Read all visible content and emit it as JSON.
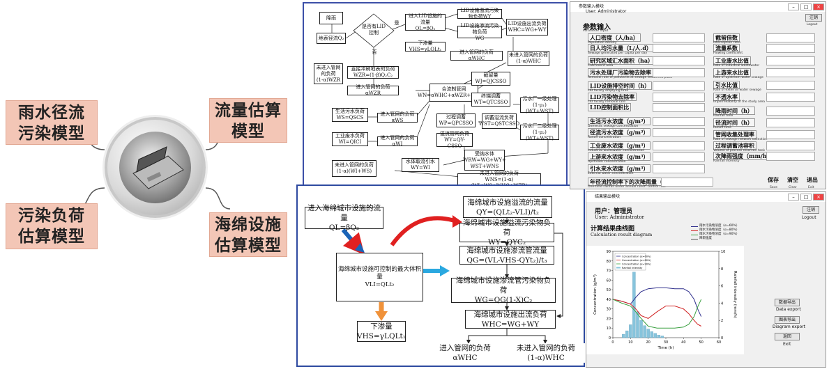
{
  "mindmap": {
    "top_left": "雨水径流\n污染模型",
    "top_right": "流量估算\n模型",
    "bottom_left": "污染负荷\n估算模型",
    "bottom_right": "海绵设施\n估算模型"
  },
  "flow_small": {
    "start": "降雨",
    "runoff": "地表径流Q₂",
    "decision": "是否有LID\n控制",
    "yes": "是",
    "no": "否",
    "into_lid": "进入LID设施的流量\nQL=βQ₂",
    "lid_overflow": "LID设施溢流污染物负荷WY",
    "lid_seep": "LID设施渗流污染物负荷\nWG",
    "lid_out": "LID设施出流负荷\nWHC=WG+WY",
    "down_seep": "下渗量VHS=γLQLt₁",
    "pipe_load": "进入管网的负荷αWHC",
    "no_pipe_hc": "未进入管网的负荷(1-α)WHC",
    "no_pipe_zr": "未进入管网的负荷\n(1-α)WZR",
    "direct": "直接冲刷地表的负荷\nWZR=(1-β)Q₂C₂",
    "pipe_zr": "进入管网的负荷αWZR",
    "combined": "合流制管网\nWN=αWHC+αWZR+WS+WI",
    "intercept": "截留量\nWJ=QJCSSO",
    "end_reg": "终端调蓄\nWT=QTCSSO",
    "plant1": "污水厂一级处理\n(1-μ₁)(WT+WST)",
    "proc_reg": "过程调蓄\nWP=QPCSSO",
    "reg_over": "调蓄溢流负荷\nWST=QSTCSSO",
    "plant2": "污水厂二级处理\n(1-μ₂)(WT+WST)",
    "domestic": "生活污水负荷\nWS=QSCS",
    "pipe_s": "进入管网的负荷αWS",
    "industrial": "工业废水负荷\nWI=QICI",
    "pipe_i": "进入管网的负荷αWI",
    "no_pipe_si": "未进入管网的负荷\n(1-α)(WI+WS)",
    "pipe_over": "溢流管网负荷\nWY=QY-CSSO",
    "water_intake": "水体取流引水\nWY=WI",
    "receiving": "受纳水体\nWRW=WG+WY+\nWST+WNS",
    "no_pipe_final": "未进入管网的负荷\nWNS=(1-α)(WI+WS+WHC+WZR)"
  },
  "flow_big": {
    "inflow": "进入海绵城市设施的流量",
    "inflow_eq": "QL=βQ₂",
    "overflow": "海绵城市设施溢流的流量",
    "overflow_eq": "QY=(QLt₂-VLI)/t₂",
    "overflow_load": "海绵城市设施溢流污染物负荷",
    "overflow_load_eq": "WY=QYC₂",
    "seep_flow": "海绵城市设施渗流管流量",
    "seep_flow_eq": "QG=(VL-VHS-QYt₂)/t₃",
    "center": "海绵城市设施可控制的最大体积量",
    "center_eq": "VLI=QLt₂",
    "seep_load": "海绵城市设施渗流管污染物负荷",
    "seep_load_eq": "WG=QG(1-X)C₂",
    "infiltration": "下渗量",
    "infiltration_eq": "VHS=γLQLt₁",
    "outflow_load": "海绵城市设施出流负荷",
    "outflow_load_eq": "WHC=WG+WY",
    "pipe": "进入管网的负荷",
    "pipe_eq": "αWHC",
    "no_pipe": "未进入管网的负荷",
    "no_pipe_eq": "(1-α)WHC"
  },
  "input_window": {
    "title": "参数输入模块",
    "user": "User: Administrator",
    "logout_btn": "注销",
    "logout": "Logout",
    "heading": "参数输入",
    "heading_en": "Parameter input",
    "left_fields": [
      {
        "cn": "人口密度（人/ha）",
        "en": "Population density"
      },
      {
        "cn": "日人均污水量（L/人.d）",
        "en": "Sewage generated per capita per day"
      },
      {
        "cn": "研究区域汇水面积（ha）",
        "en": "Catchment area"
      },
      {
        "cn": "污水处理厂污染物去除率",
        "en": "Removal rate of pollutants at sewage treatment plant"
      },
      {
        "cn": "LID设施排空时间（h）",
        "en": "LID facility emptying time"
      },
      {
        "cn": "LID污染物去除率",
        "en": "LID facility removal rate"
      },
      {
        "cn": "LID控制面积比",
        "en": ""
      },
      {
        "cn": "生活污水浓度（g/m³）",
        "en": "Domestic sewage concentration"
      },
      {
        "cn": "径流污水浓度（g/m³）",
        "en": "Runoff concentration"
      },
      {
        "cn": "工业废水浓度（g/m³）",
        "en": "Industrial wastewater concentration"
      },
      {
        "cn": "上游来水浓度（g/m³）",
        "en": "Upstream concentration"
      },
      {
        "cn": "引水来水浓度（g/m³）",
        "en": "External water concentration"
      },
      {
        "cn": "年径流控制率下的次降雨量（mm）",
        "en": "One-time rainfall under annual runoff control rate"
      }
    ],
    "right_fields": [
      {
        "cn": "截留倍数",
        "en": "Interception ratio"
      },
      {
        "cn": "流量系数",
        "en": "Flowing coefficient"
      },
      {
        "cn": "工业废水比值",
        "en": "Rate of industrial wastewater"
      },
      {
        "cn": "上游来水比值",
        "en": "Rate of upstream water sewage"
      },
      {
        "cn": "引水比值",
        "en": "Rate of external water sewage"
      },
      {
        "cn": "不透水率",
        "en": "Impermeability of the study area"
      },
      {
        "cn": "降雨时间（h）",
        "en": "Rainfall time"
      },
      {
        "cn": "径流时间（h）",
        "en": "Runoff time"
      },
      {
        "cn": "管网收集处理率",
        "en": "Rate of sewage network collection"
      },
      {
        "cn": "过程调蓄池容积",
        "en": "Volume of process reservoir tank"
      },
      {
        "cn": "次降雨强度（mm/h）",
        "en": "Rainfall intensity"
      }
    ],
    "save": "保存",
    "save_en": "Save",
    "clear": "清空",
    "clear_en": "Clear",
    "exit": "退出",
    "exit_en": "Exit"
  },
  "output_window": {
    "title": "结果输出模块",
    "user": "用户：管理员",
    "user_en": "User: Administrator",
    "logout_btn": "注销",
    "logout": "Logout",
    "heading": "计算结果曲线图",
    "heading_en": "Calculation result diagram",
    "legend": [
      "雨水污染物浓度（α=60%）",
      "雨水污染物浓度（α=80%）",
      "雨水污染物浓度（α=90%）",
      "降雨强度"
    ],
    "data_export_btn": "数据导出",
    "data_export": "Data export",
    "diagram_export_btn": "图表导出",
    "diagram_export": "Diagram export",
    "return_btn": "返回",
    "exit": "Exit",
    "colors": {
      "s1": "#2e2e8c",
      "s2": "#d02020",
      "s3": "#3aa040",
      "bar": "#87c4dc"
    }
  },
  "chart_data": {
    "type": "line",
    "xlabel": "Time (h)",
    "ylabel": "Concentration (g/m³)",
    "y2label": "Rainfall intensity (mm/h)",
    "xlim": [
      0,
      60
    ],
    "ylim": [
      0,
      90
    ],
    "y2lim": [
      0,
      10
    ],
    "xticks": [
      0,
      10,
      20,
      30,
      40,
      50,
      60
    ],
    "yticks": [
      0,
      10,
      20,
      30,
      40,
      50,
      60,
      70,
      80,
      90
    ],
    "y2ticks": [
      0,
      2,
      4,
      6,
      8,
      10
    ],
    "inner_legend": [
      "Concentration (α=60%)",
      "Concentration (α=80%)",
      "Concentration (α=90%)",
      "Rainfall intensity"
    ],
    "series": [
      {
        "name": "雨水污染物浓度（α=60%）",
        "x": [
          0,
          5,
          10,
          13,
          16,
          20,
          25,
          30,
          35,
          40,
          43,
          46,
          48,
          50
        ],
        "y": [
          40,
          38,
          35,
          42,
          48,
          51,
          52,
          52,
          51,
          51,
          48,
          40,
          30,
          22
        ]
      },
      {
        "name": "雨水污染物浓度（α=80%）",
        "x": [
          0,
          5,
          10,
          13,
          16,
          20,
          25,
          30,
          35,
          40,
          43,
          46,
          48,
          50
        ],
        "y": [
          40,
          38,
          35,
          30,
          23,
          20,
          27,
          33,
          33,
          30,
          25,
          18,
          14,
          12
        ]
      },
      {
        "name": "雨水污染物浓度（α=90%）",
        "x": [
          0,
          5,
          10,
          13,
          16,
          20,
          25,
          30,
          35,
          40,
          43,
          46,
          48,
          50
        ],
        "y": [
          40,
          36,
          33,
          27,
          20,
          12,
          10,
          10,
          10,
          11,
          14,
          22,
          32,
          40
        ]
      }
    ],
    "bars": {
      "name": "降雨强度",
      "x": [
        6,
        8,
        10,
        12,
        14,
        16,
        18,
        20,
        22,
        24,
        26,
        28
      ],
      "values": [
        0.4,
        0.8,
        1.5,
        7.6,
        3.0,
        2.0,
        1.4,
        1.0,
        0.7,
        0.5,
        0.3,
        0.2
      ]
    }
  }
}
